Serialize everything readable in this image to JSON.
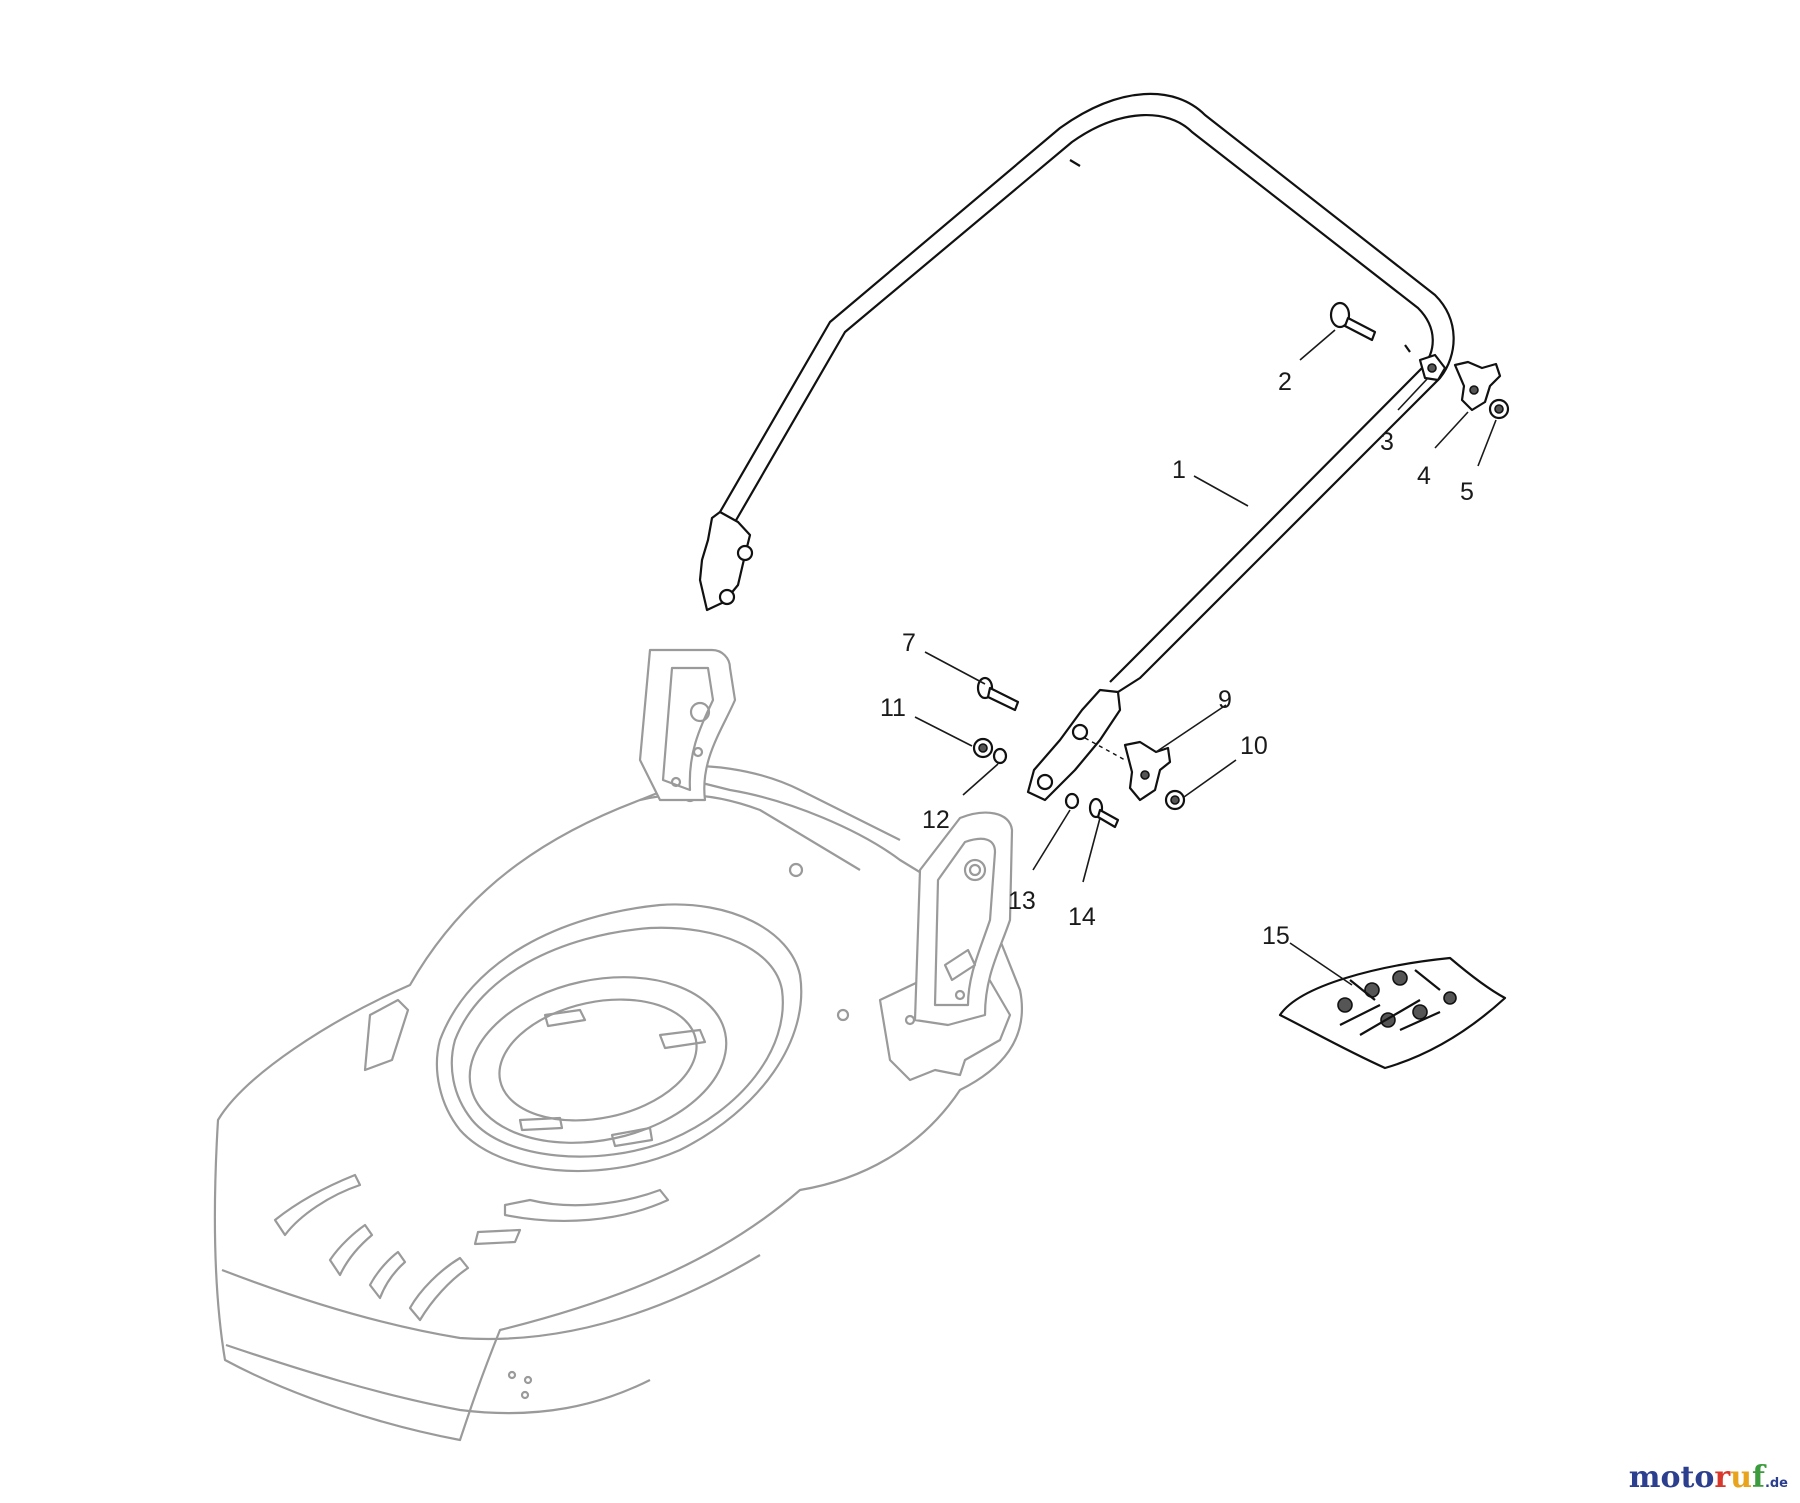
{
  "diagram": {
    "callouts": [
      {
        "id": "c1",
        "label": "1"
      },
      {
        "id": "c2",
        "label": "2"
      },
      {
        "id": "c3",
        "label": "3"
      },
      {
        "id": "c4",
        "label": "4"
      },
      {
        "id": "c5",
        "label": "5"
      },
      {
        "id": "c7",
        "label": "7"
      },
      {
        "id": "c9",
        "label": "9"
      },
      {
        "id": "c10",
        "label": "10"
      },
      {
        "id": "c11",
        "label": "11"
      },
      {
        "id": "c12",
        "label": "12"
      },
      {
        "id": "c13",
        "label": "13"
      },
      {
        "id": "c14",
        "label": "14"
      },
      {
        "id": "c15",
        "label": "15"
      }
    ]
  },
  "watermark": {
    "brand": "motoruf",
    "brand_parts": [
      "moto",
      "r",
      "u",
      "f"
    ],
    "suffix": ".de",
    "colors": {
      "m": "#2c3f8f",
      "r": "#d8372b",
      "u": "#e7a41c",
      "f": "#3c9b3c"
    }
  }
}
